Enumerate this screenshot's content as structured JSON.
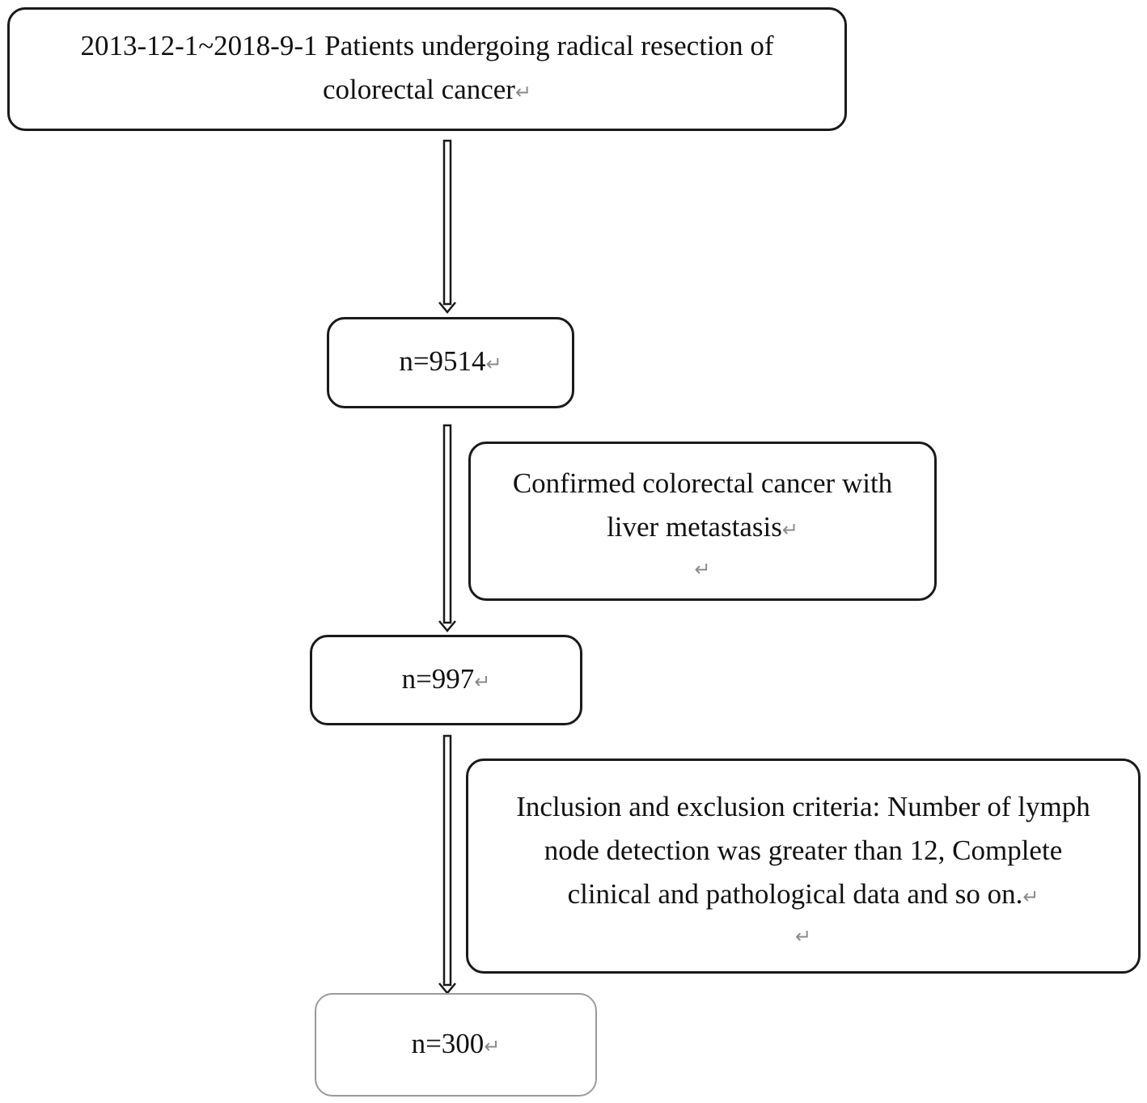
{
  "flowchart": {
    "para_mark": "↵",
    "start": {
      "lines": [
        "2013-12-1~2018-9-1 Patients undergoing radical resection of",
        "colorectal cancer"
      ]
    },
    "step1": {
      "count": "n=9514"
    },
    "filter1": {
      "lines": [
        "Confirmed colorectal cancer with",
        "liver metastasis"
      ]
    },
    "step2": {
      "count": "n=997"
    },
    "filter2": {
      "lines": [
        "Inclusion and exclusion criteria: Number of lymph",
        "node detection was greater than 12, Complete",
        "clinical and pathological data and so on."
      ]
    },
    "step3": {
      "count": "n=300"
    }
  }
}
